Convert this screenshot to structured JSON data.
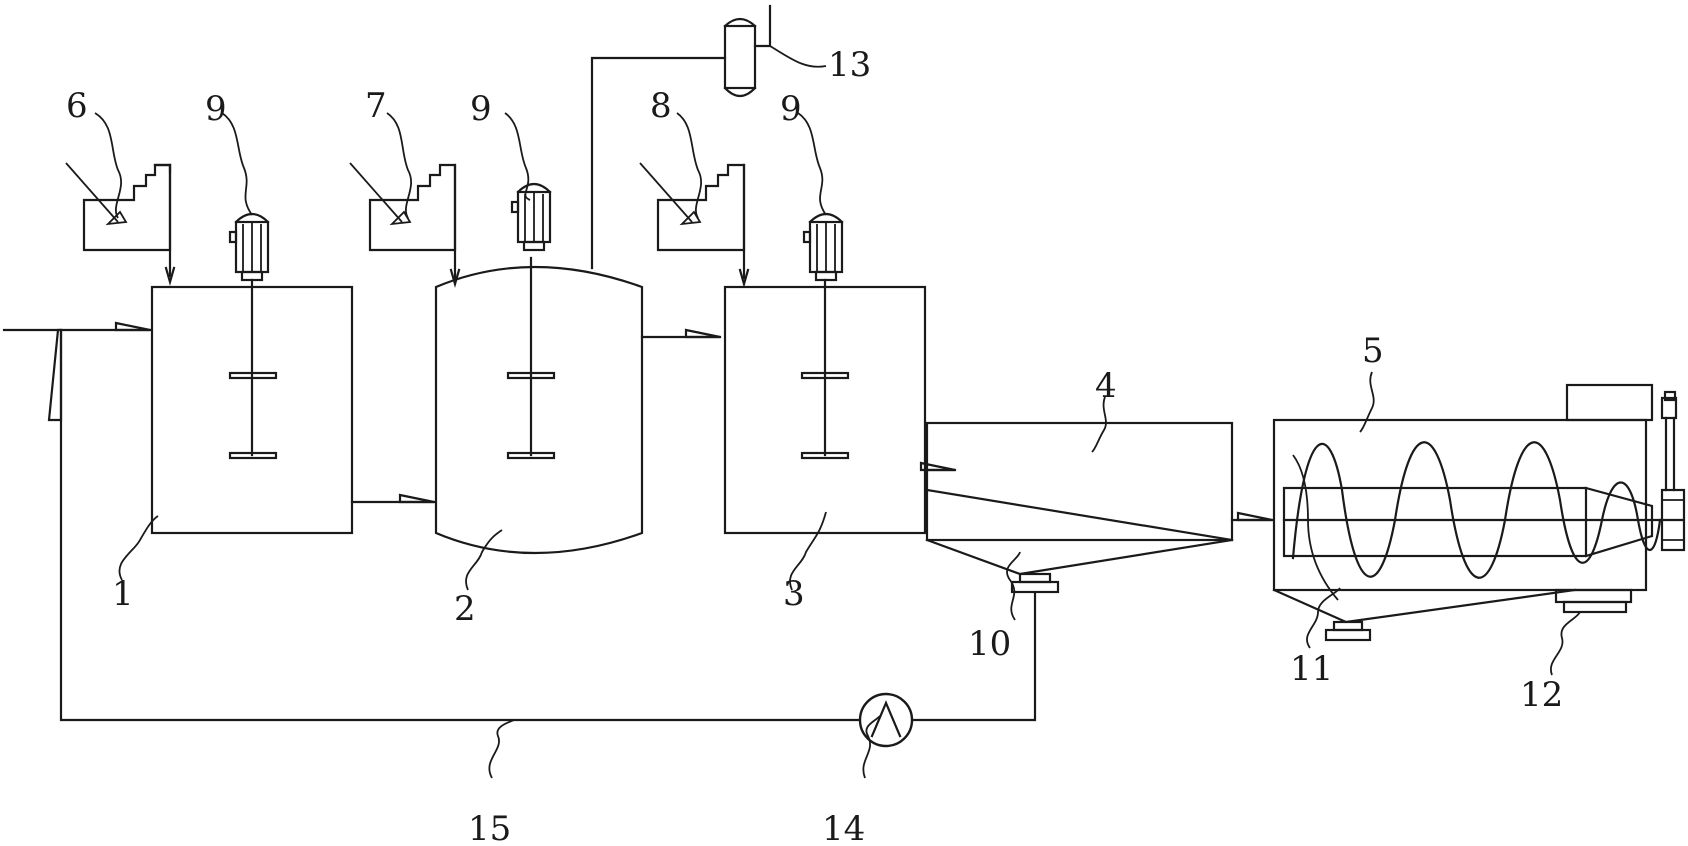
{
  "diagram": {
    "labels": {
      "l1": "1",
      "l2": "2",
      "l3": "3",
      "l4": "4",
      "l5": "5",
      "l6": "6",
      "l7": "7",
      "l8": "8",
      "l9a": "9",
      "l9b": "9",
      "l9c": "9",
      "l10": "10",
      "l11": "11",
      "l12": "12",
      "l13": "13",
      "l14": "14",
      "l15": "15"
    }
  }
}
